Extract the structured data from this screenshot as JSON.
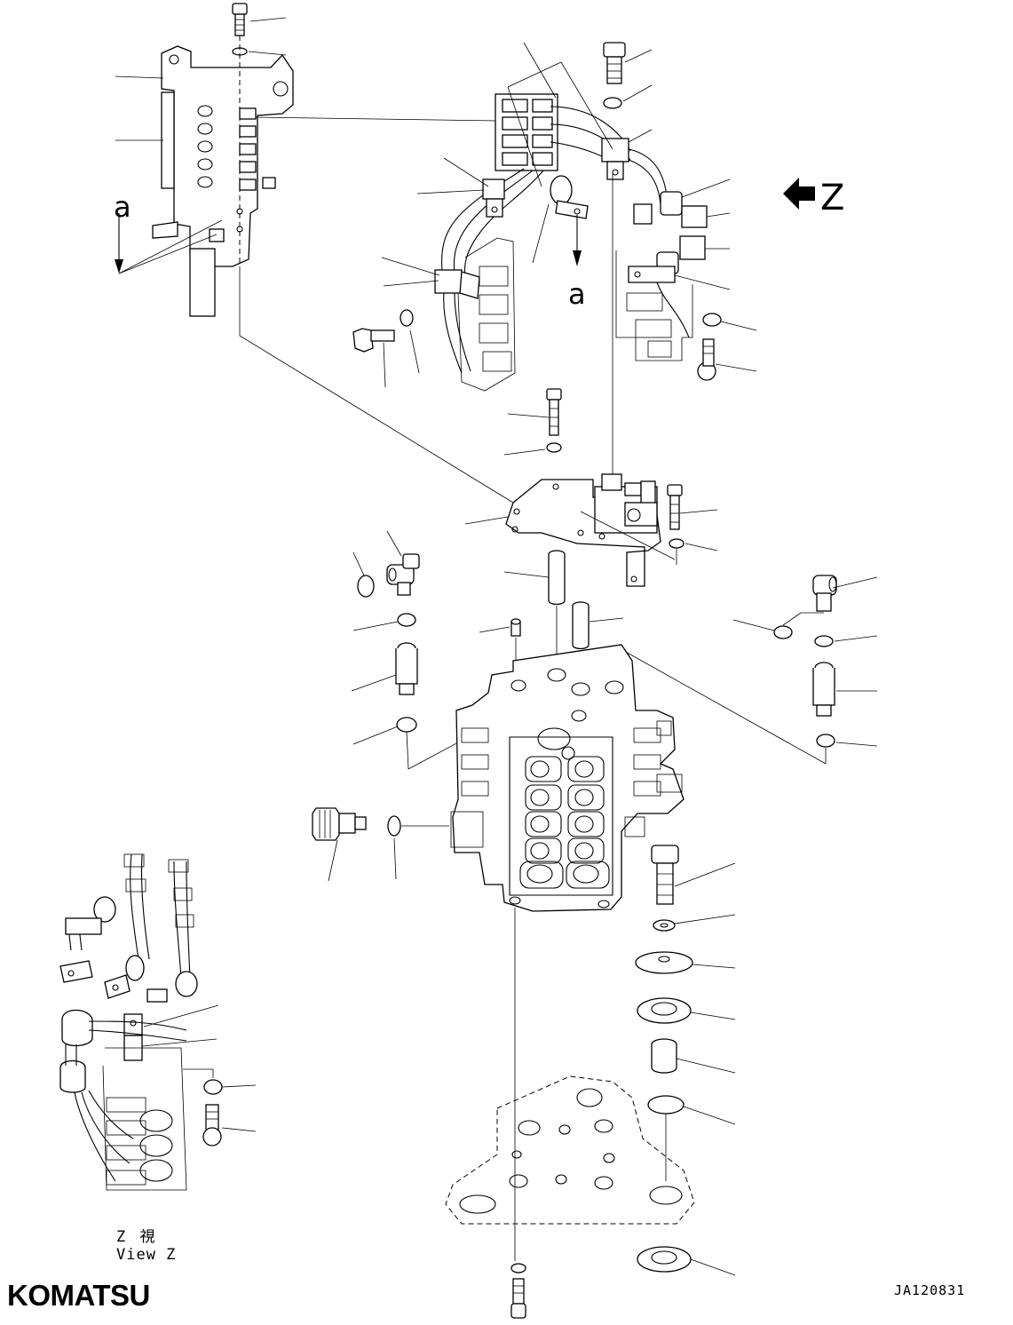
{
  "labels": {
    "section_a_left": "a",
    "section_a_mid": "a",
    "view_z_marker": "Z",
    "view_z_jp": "Z 視",
    "view_z_en": "View Z"
  },
  "footer": {
    "brand": "KOMATSU",
    "drawing_code": "JA120831"
  },
  "icons": {
    "view_arrow": "left-arrow-icon"
  }
}
